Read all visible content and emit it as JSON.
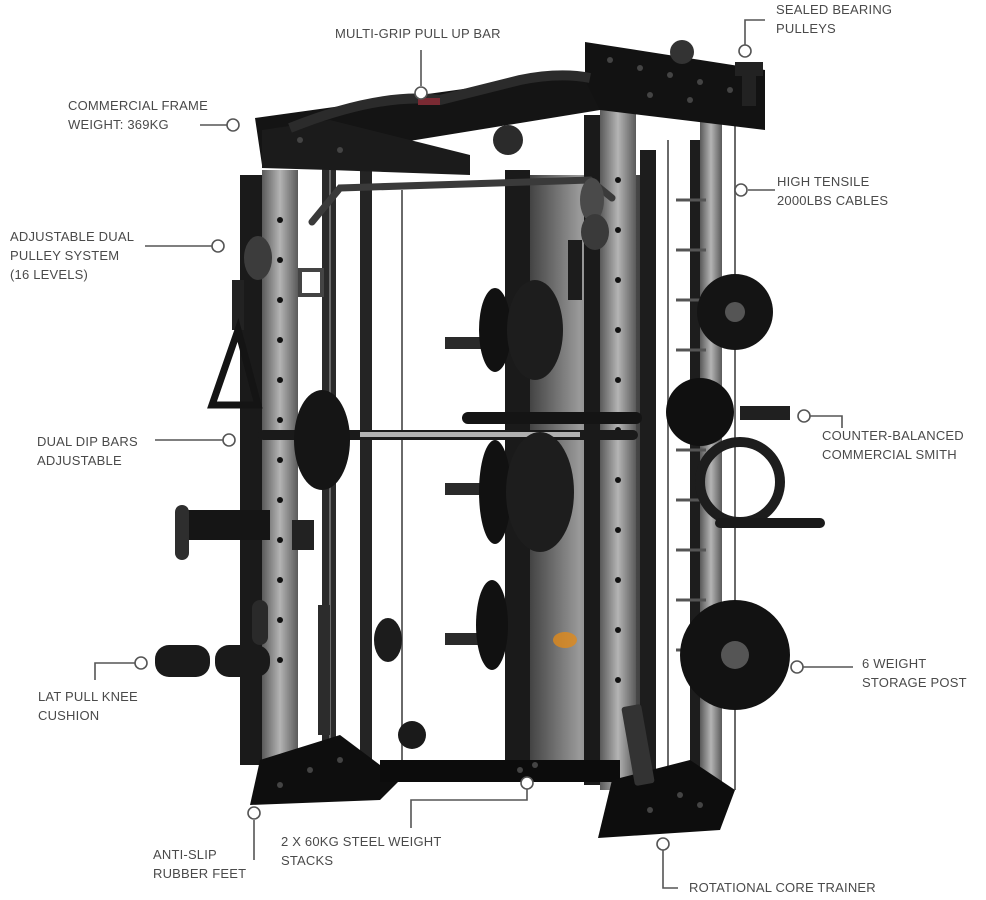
{
  "diagram": {
    "subject": "Multi-function Smith machine / functional trainer",
    "colors": {
      "background": "#ffffff",
      "frame": "#151515",
      "upright_steel": "#8a8a8a",
      "label_text": "#4a4a4a",
      "leader_line": "#555555",
      "accent_orange": "#e08a1a"
    },
    "callouts": [
      {
        "id": "multi-grip",
        "lines": [
          "Multi-grip pull up bar"
        ]
      },
      {
        "id": "sealed-bearing",
        "lines": [
          "Sealed bearing",
          "pulleys"
        ]
      },
      {
        "id": "frame-weight",
        "lines": [
          "Commercial frame",
          "weight: 369kg"
        ]
      },
      {
        "id": "high-tensile",
        "lines": [
          "High tensile",
          "2000lbs cables"
        ]
      },
      {
        "id": "dual-pulley",
        "lines": [
          "Adjustable dual",
          "pulley system",
          "(16 levels)"
        ]
      },
      {
        "id": "counter-balanced",
        "lines": [
          "Counter-balanced",
          "commercial smith"
        ]
      },
      {
        "id": "dip-bars",
        "lines": [
          "Dual dip bars",
          "adjustable"
        ]
      },
      {
        "id": "storage-post",
        "lines": [
          "6 weight",
          "storage post"
        ]
      },
      {
        "id": "knee-cushion",
        "lines": [
          "Lat pull knee",
          "cushion"
        ]
      },
      {
        "id": "rubber-feet",
        "lines": [
          "Anti-slip",
          "rubber feet"
        ]
      },
      {
        "id": "weight-stacks",
        "lines": [
          "2 x 60kg steel weight",
          "stacks"
        ]
      },
      {
        "id": "core-trainer",
        "lines": [
          "Rotational core trainer"
        ]
      }
    ]
  }
}
